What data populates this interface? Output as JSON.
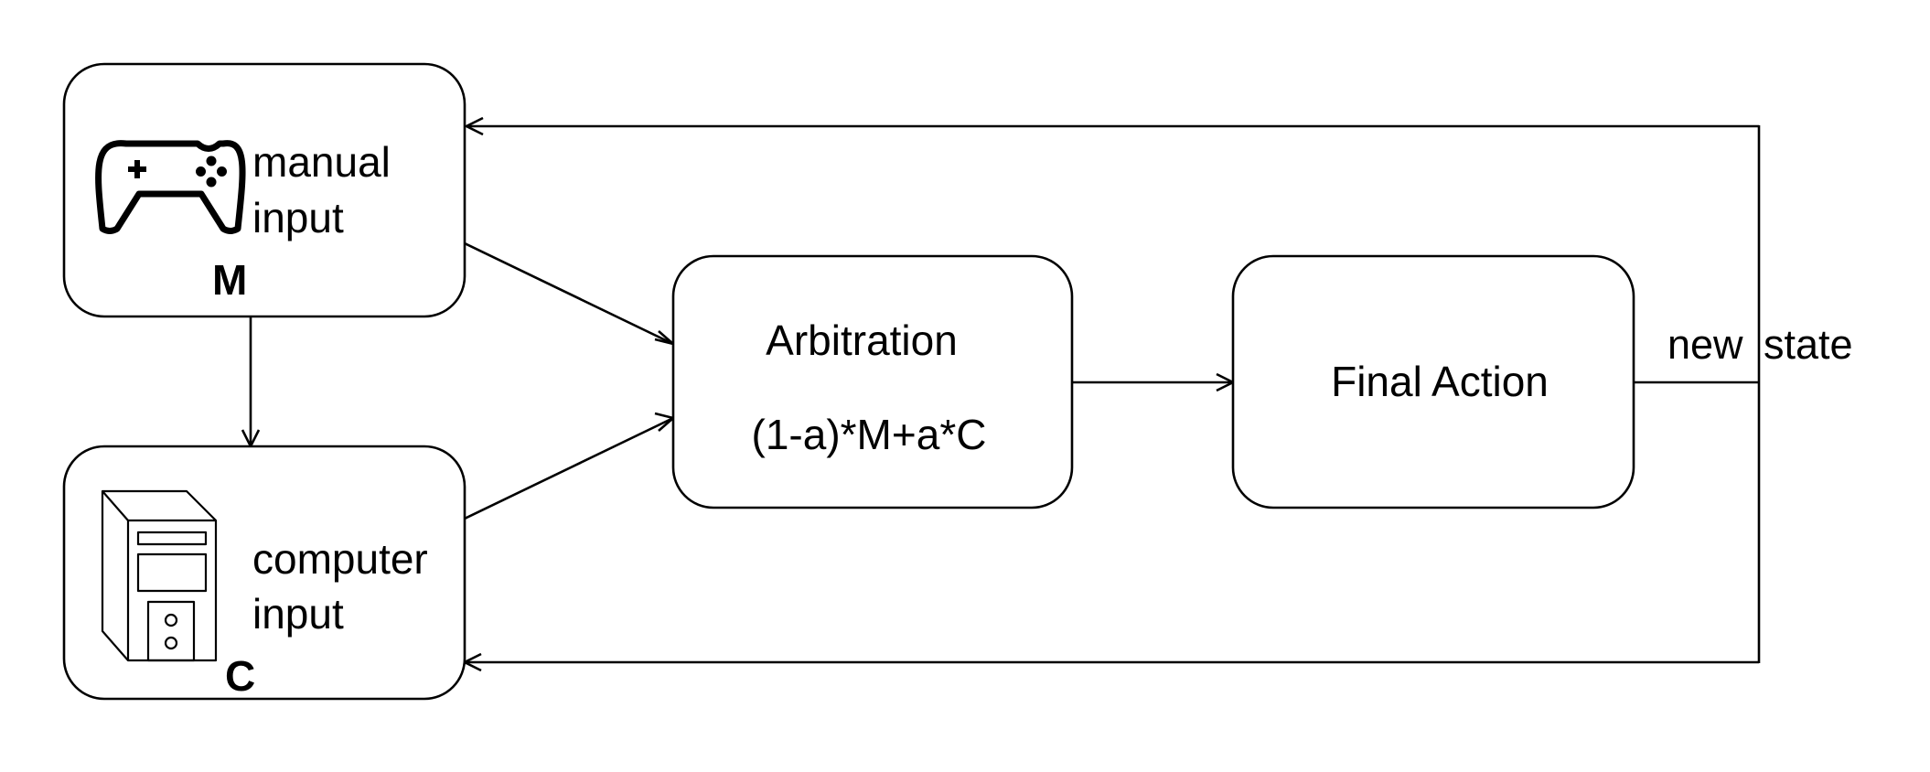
{
  "nodes": {
    "manual": {
      "line1": "manual",
      "line2": "input",
      "symbol": "M",
      "icon": "gamepad-icon"
    },
    "computer": {
      "line1": "computer",
      "line2": "input",
      "symbol": "C",
      "icon": "computer-tower-icon"
    },
    "arbitration": {
      "title": "Arbitration",
      "formula": "(1-a)*M+a*C"
    },
    "final_action": {
      "title": "Final Action"
    }
  },
  "edges": {
    "feedback_label": {
      "word1": "new",
      "word2": "state"
    }
  }
}
